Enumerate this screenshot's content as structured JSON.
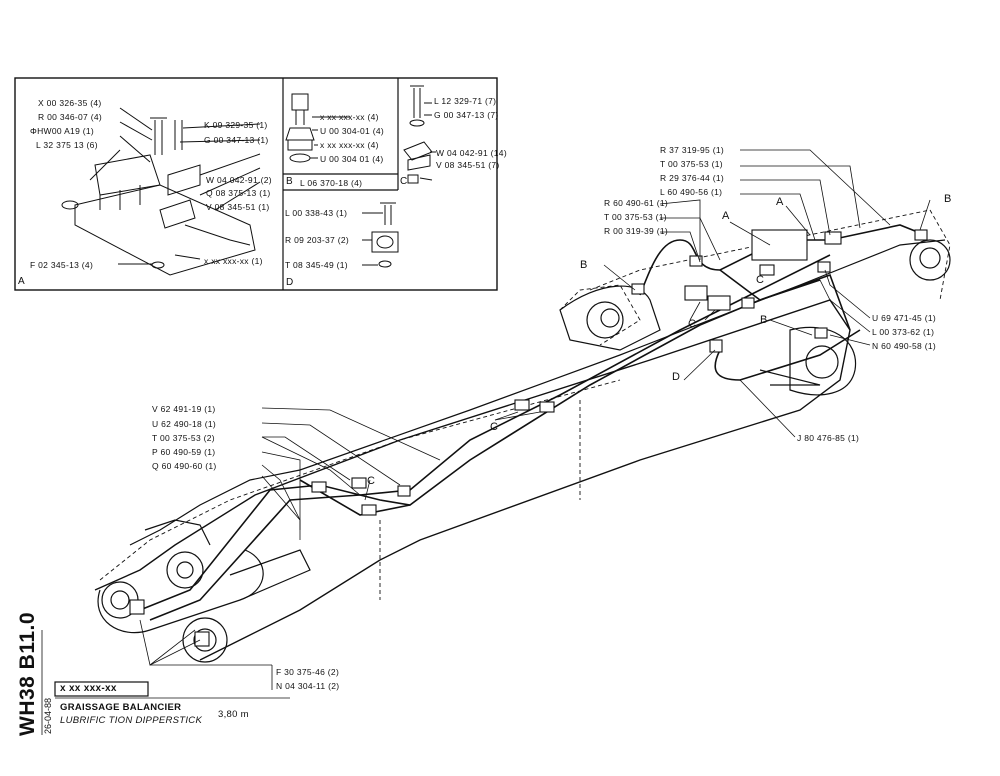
{
  "detail_a": {
    "letter": "A",
    "parts": [
      "X 00 326-35 (4)",
      "R 00 346-07 (4)",
      "ΦHW00 A19 (1)",
      "L 32 375 13 (6)",
      "K 09 329-35 (1)",
      "G 00 347-13 (1)",
      "W 04 042-91 (2)",
      "Q 08 375-13 (1)",
      "V 08 345-51 (1)",
      "F 02 345-13 (4)",
      "x xx xxx-xx (1)"
    ]
  },
  "detail_b": {
    "letter": "B",
    "parts": [
      "x xx xxx-xx (4)",
      "U 00 304-01 (4)",
      "x xx xxx-xx (4)",
      "U 00 304 01 (4)"
    ],
    "footer_part": "L 06 370-18 (4)"
  },
  "detail_c": {
    "letter": "C",
    "parts": [
      "L 12 329-71 (7)",
      "G 00 347-13 (7)",
      "W 04 042-91 (14)",
      "V 08 345-51 (7)"
    ]
  },
  "detail_d": {
    "letter": "D",
    "parts": [
      "L 00 338-43 (1)",
      "R 09 203-37 (2)",
      "T 08 345-49 (1)"
    ]
  },
  "main_parts": {
    "top_right": [
      "R 37 319-95 (1)",
      "T 00 375-53 (1)",
      "R 29 376-44 (1)",
      "L 60 490-56 (1)"
    ],
    "top_middle": [
      "R 60 490-61 (1)",
      "T 00 375-53 (1)",
      "R 00 319-39 (1)"
    ],
    "right_side": [
      "U 69 471-45 (1)",
      "L 00 373-62 (1)",
      "N 60 490-58 (1)"
    ],
    "lower_right": "J 80 476-85 (1)",
    "left_group": [
      "V 62 491-19 (1)",
      "U 62 490-18 (1)",
      "T 00 375-53 (2)",
      "P 60 490-59 (1)",
      "Q 60 490-60 (1)"
    ],
    "bottom": [
      "F 30 375-46 (2)",
      "N 04 304-11 (2)"
    ]
  },
  "callouts": {
    "a": "A",
    "b": "B",
    "c": "C",
    "d": "D"
  },
  "title_block": {
    "drawing_number": "WH38 B11.0",
    "date": "26-04-88",
    "code": "x xx xxx-xx",
    "title_fr": "GRAISSAGE BALANCIER",
    "title_en": "LUBRIFIC  TION DIPPERSTICK",
    "size": "3,80 m"
  }
}
